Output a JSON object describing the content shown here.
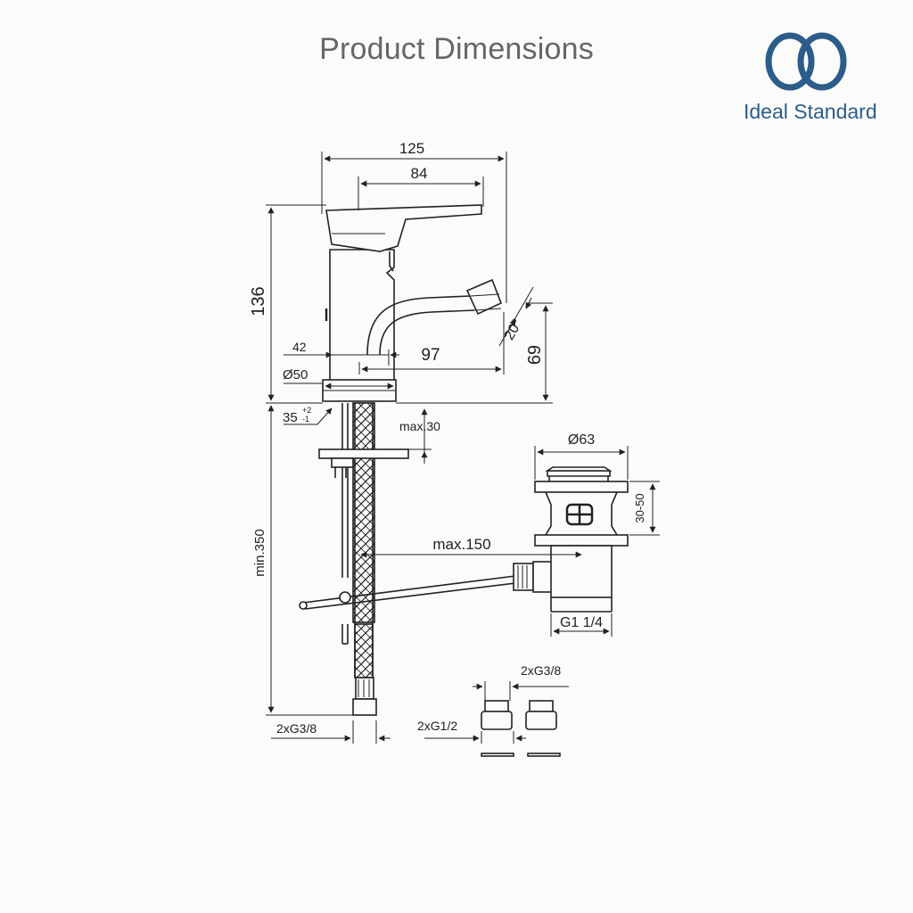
{
  "header": {
    "title": "Product Dimensions"
  },
  "brand": {
    "name": "Ideal Standard",
    "color": "#2c5d8a",
    "logo_icon": "interlocked-rings-logo-icon"
  },
  "drawing": {
    "faucet_width": "125",
    "lever_length": "84",
    "faucet_height": "136",
    "spout_tilt": "20°",
    "spout_height": "69",
    "spout_reach": "97",
    "dim_42": "42",
    "base_diameter": "Ø50",
    "hole_base": "35",
    "hole_tol_plus": "+2",
    "hole_tol_minus": "-1",
    "deck_thickness": "max.30",
    "hose_length": "min.350",
    "hose_thread": "2xG3/8",
    "waste_diameter": "Ø63",
    "waste_range": "30-50",
    "rod_reach": "max.150",
    "waste_thread": "G1 1/4",
    "adapter_thread_top": "2xG3/8",
    "adapter_thread_bottom": "2xG1/2"
  },
  "colors": {
    "line": "#222222",
    "title": "#666666"
  }
}
